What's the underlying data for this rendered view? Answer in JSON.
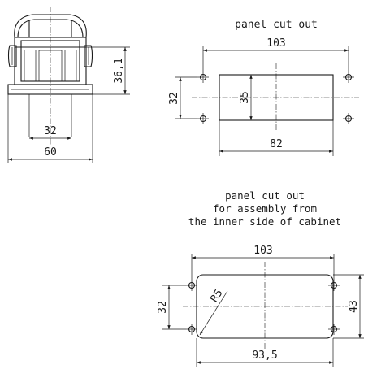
{
  "housing_view": {
    "dim_height": "36,1",
    "dim_pin_spacing": "32",
    "dim_base_width": "60"
  },
  "cutout_top": {
    "title": "panel cut out",
    "dim_hole_spacing_x": "103",
    "dim_hole_spacing_y": "32",
    "dim_cutout_height": "35",
    "dim_cutout_width": "82"
  },
  "cutout_bottom": {
    "title_lines": [
      "panel cut out",
      "for assembly from",
      "the inner side of cabinet"
    ],
    "dim_hole_spacing_x": "103",
    "dim_hole_spacing_y": "32",
    "dim_height": "43",
    "dim_radius": "R5",
    "dim_width": "93,5"
  }
}
